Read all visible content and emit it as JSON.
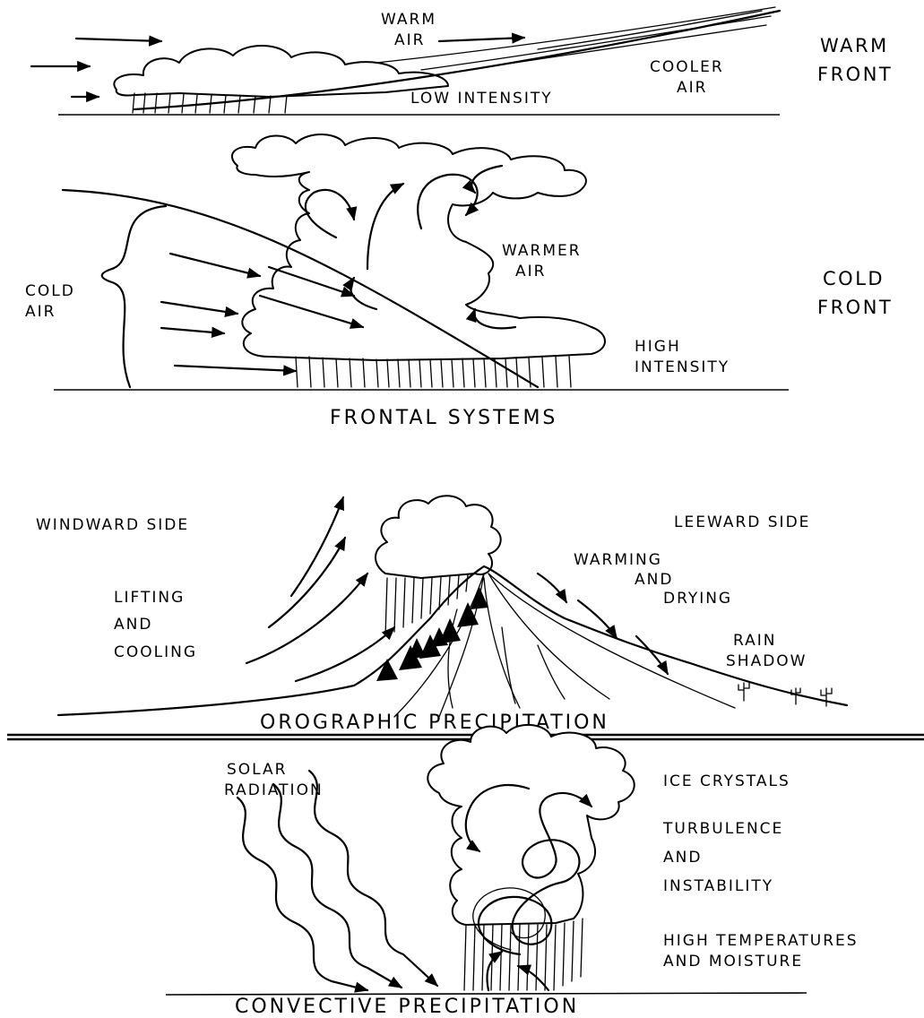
{
  "warm_front": {
    "title_line1": "WARM",
    "title_line2": "FRONT",
    "warm_air_line1": "WARM",
    "warm_air_line2": "AIR",
    "cooler_air_line1": "COOLER",
    "cooler_air_line2": "AIR",
    "intensity": "LOW INTENSITY"
  },
  "cold_front": {
    "title_line1": "COLD",
    "title_line2": "FRONT",
    "cold_air_line1": "COLD",
    "cold_air_line2": "AIR",
    "warmer_air_line1": "WARMER",
    "warmer_air_line2": "AIR",
    "intensity_line1": "HIGH",
    "intensity_line2": "INTENSITY"
  },
  "frontal_title": "FRONTAL SYSTEMS",
  "orographic": {
    "windward": "WINDWARD SIDE",
    "leeward": "LEEWARD SIDE",
    "lifting_line1": "LIFTING",
    "lifting_line2": "AND",
    "lifting_line3": "COOLING",
    "warming_line1": "WARMING",
    "warming_line2": "AND",
    "warming_line3": "DRYING",
    "rain_line1": "RAIN",
    "rain_line2": "SHADOW",
    "title": "OROGRAPHIC PRECIPITATION"
  },
  "convective": {
    "solar_line1": "SOLAR",
    "solar_line2": "RADIATION",
    "ice": "ICE CRYSTALS",
    "turb_line1": "TURBULENCE",
    "turb_line2": "AND",
    "turb_line3": "INSTABILITY",
    "temp_line1": "HIGH TEMPERATURES",
    "temp_line2": "AND MOISTURE",
    "title": "CONVECTIVE PRECIPITATION"
  }
}
